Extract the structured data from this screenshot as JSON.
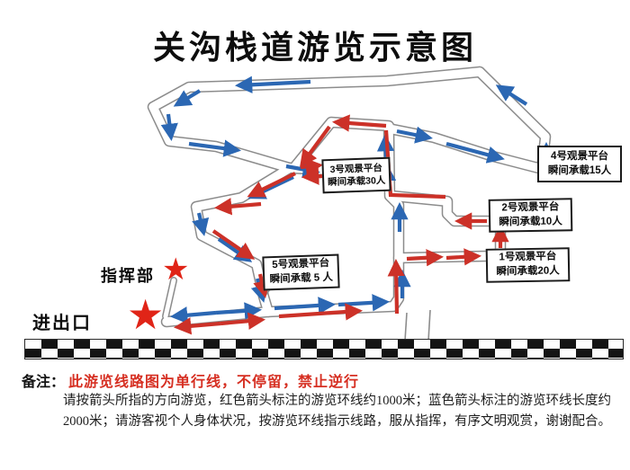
{
  "title": "关沟栈道游览示意图",
  "map": {
    "platforms": [
      {
        "line1": "1号观景平台",
        "line2": "瞬间承载20人"
      },
      {
        "line1": "2号观景平台",
        "line2": "瞬间承载10人"
      },
      {
        "line1": "3号观景平台",
        "line2": "瞬间承载30人"
      },
      {
        "line1": "4号观景平台",
        "line2": "瞬间承载15人"
      },
      {
        "line1": "5号观景平台",
        "line2": "瞬间承载 5 人"
      }
    ],
    "labels": {
      "command_post": "指挥部",
      "entrance_exit": "进出口"
    },
    "star_icon": "★",
    "colors": {
      "red_route": "#cc3128",
      "blue_route": "#2b67b3",
      "corridor_outline": "#8c8c8c"
    }
  },
  "notes": {
    "label": "备注：",
    "warning": "此游览线路图为单行线，不停留，禁止逆行",
    "body": "请按箭头所指的方向游览，红色箭头标注的游览环线约1000米；蓝色箭头标注的游览环线长度约2000米；请游客视个人身体状况，按游览环线指示线路，服从指挥，有序文明观赏，谢谢配合。"
  }
}
